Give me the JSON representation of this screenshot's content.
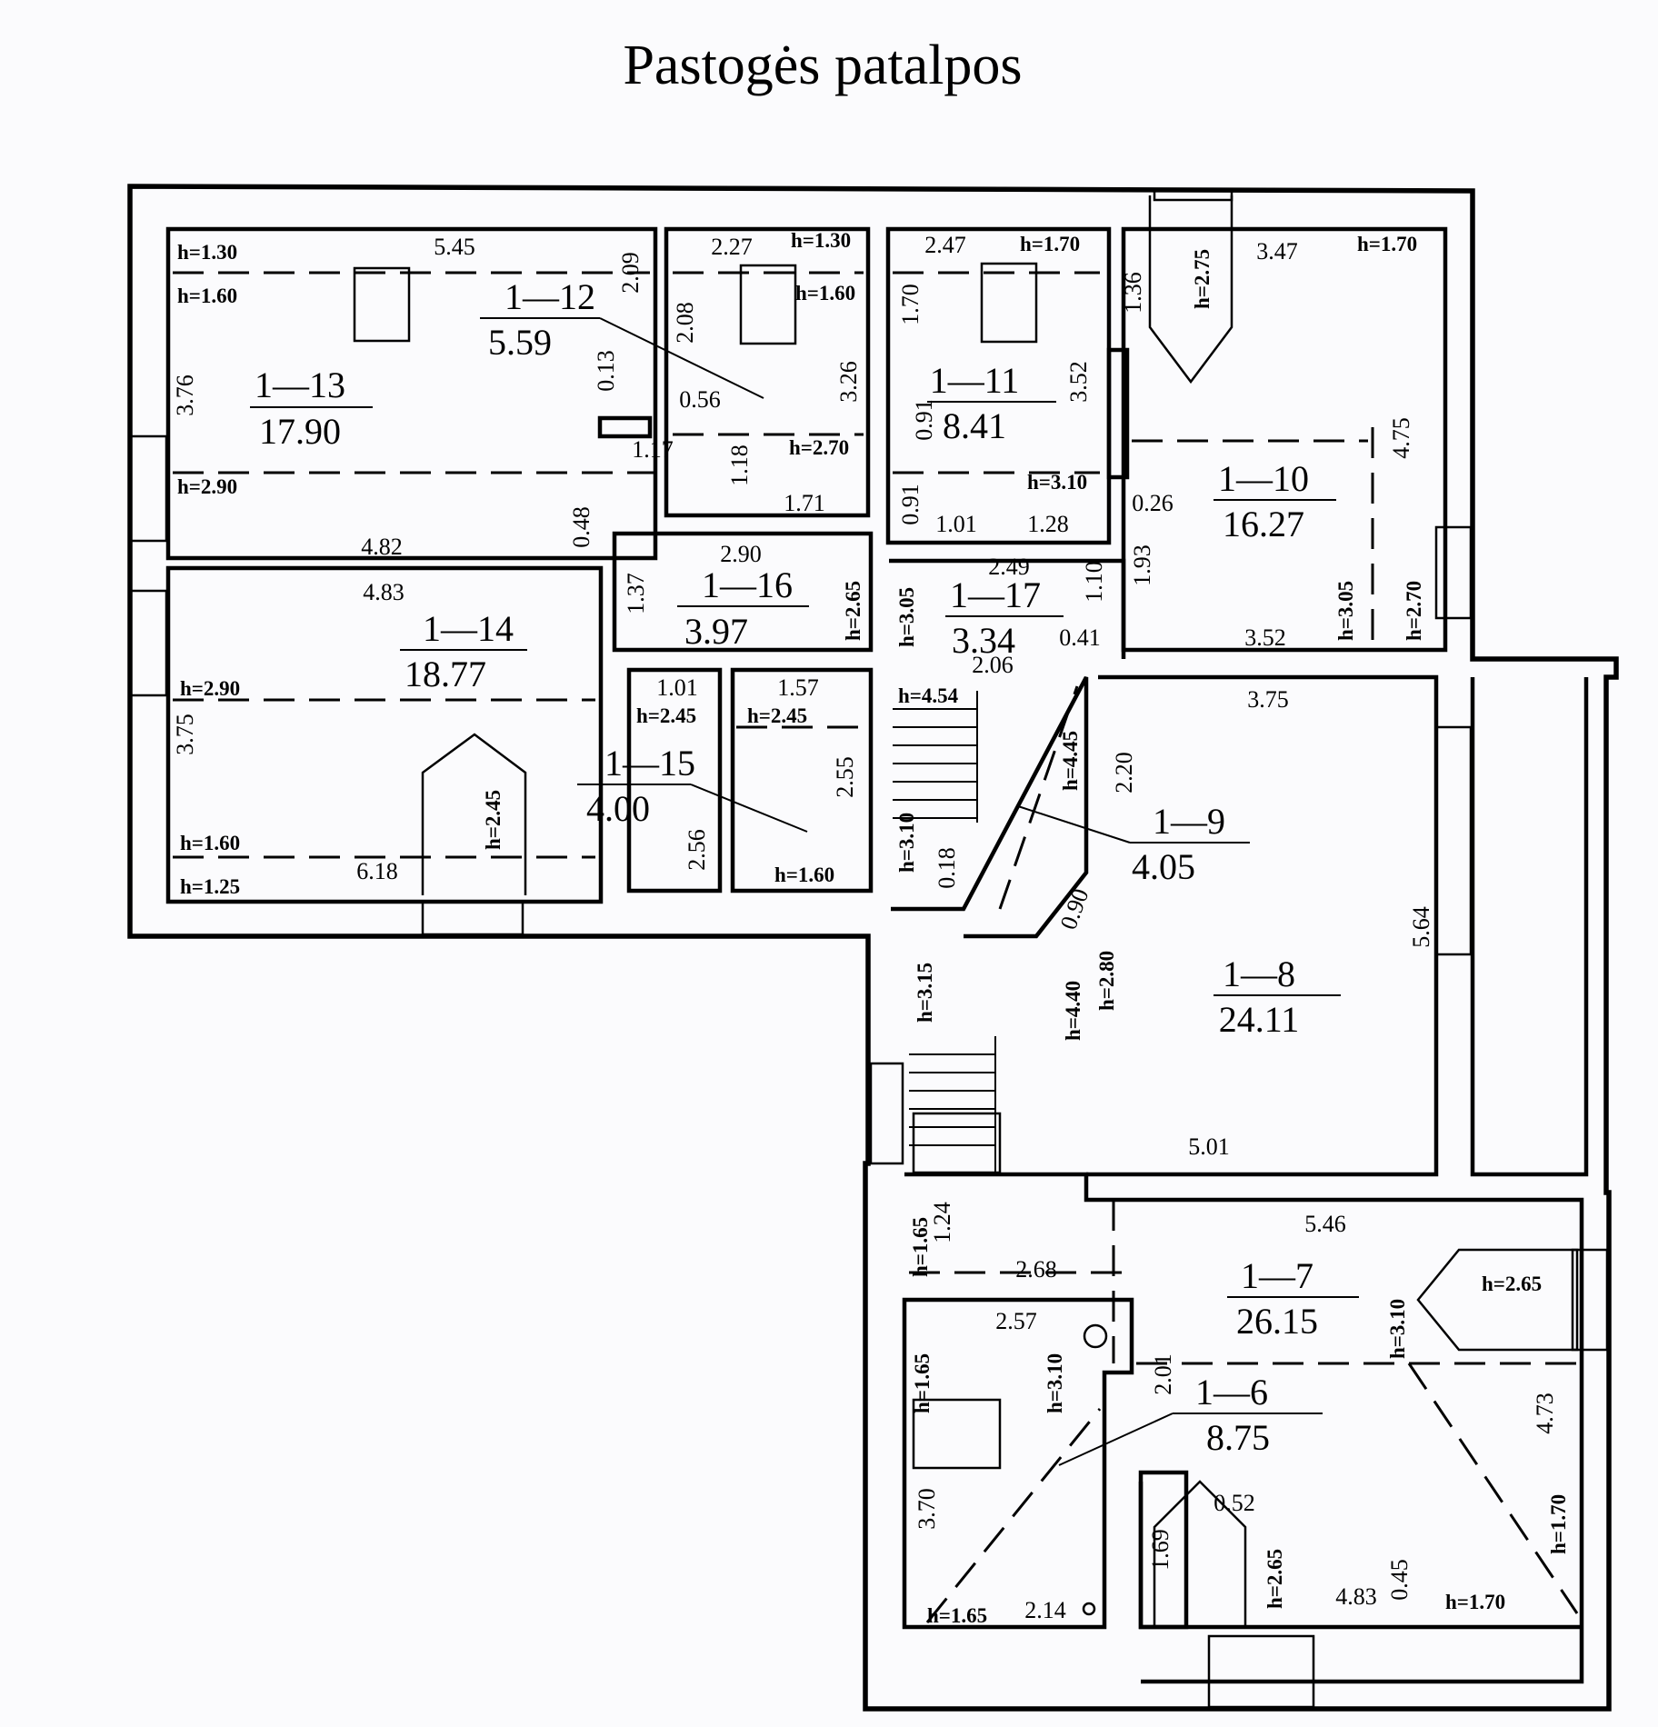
{
  "title": "Pastogės patalpos",
  "rooms": [
    {
      "id": "1—13",
      "area": "17.90"
    },
    {
      "id": "1—12",
      "area": "5.59"
    },
    {
      "id": "1—11",
      "area": "8.41"
    },
    {
      "id": "1—10",
      "area": "16.27"
    },
    {
      "id": "1—16",
      "area": "3.97"
    },
    {
      "id": "1—17",
      "area": "3.34"
    },
    {
      "id": "1—14",
      "area": "18.77"
    },
    {
      "id": "1—15",
      "area": "4.00"
    },
    {
      "id": "1—9",
      "area": "4.05"
    },
    {
      "id": "1—8",
      "area": "24.11"
    },
    {
      "id": "1—7",
      "area": "26.15"
    },
    {
      "id": "1—6",
      "area": "8.75"
    }
  ],
  "dimensions": [
    "5.45",
    "2.09",
    "3.76",
    "0.13",
    "1.17",
    "4.82",
    "0.48",
    "2.27",
    "2.08",
    "0.56",
    "3.26",
    "1.18",
    "1.71",
    "2.47",
    "1.70",
    "3.52",
    "0.91",
    "0.91",
    "1.01",
    "1.28",
    "3.47",
    "1.36",
    "4.75",
    "0.26",
    "1.93",
    "3.52",
    "2.90",
    "1.37",
    "2.49",
    "1.10",
    "0.41",
    "2.06",
    "4.83",
    "3.75",
    "1.01",
    "1.57",
    "2.55",
    "2.56",
    "6.18",
    "3.75",
    "2.20",
    "0.18",
    "0.90",
    "5.64",
    "5.01",
    "5.46",
    "1.24",
    "2.68",
    "2.57",
    "2.01",
    "4.73",
    "3.70",
    "0.52",
    "1.69",
    "2.14",
    "4.83",
    "0.45"
  ],
  "heights": [
    "h=1.30",
    "h=1.60",
    "h=2.90",
    "h=1.30",
    "h=1.60",
    "h=2.70",
    "h=1.70",
    "h=3.10",
    "h=1.70",
    "h=2.75",
    "h=3.05",
    "h=2.70",
    "h=2.65",
    "h=3.05",
    "h=2.90",
    "h=2.45",
    "h=2.45",
    "h=2.45",
    "h=1.60",
    "h=1.60",
    "h=1.25",
    "h=4.54",
    "h=4.45",
    "h=3.10",
    "h=3.15",
    "h=4.40",
    "h=2.80",
    "h=1.65",
    "h=1.65",
    "h=3.10",
    "h=2.65",
    "h=3.10",
    "h=1.65",
    "h=2.65",
    "h=1.70",
    "h=1.70"
  ]
}
